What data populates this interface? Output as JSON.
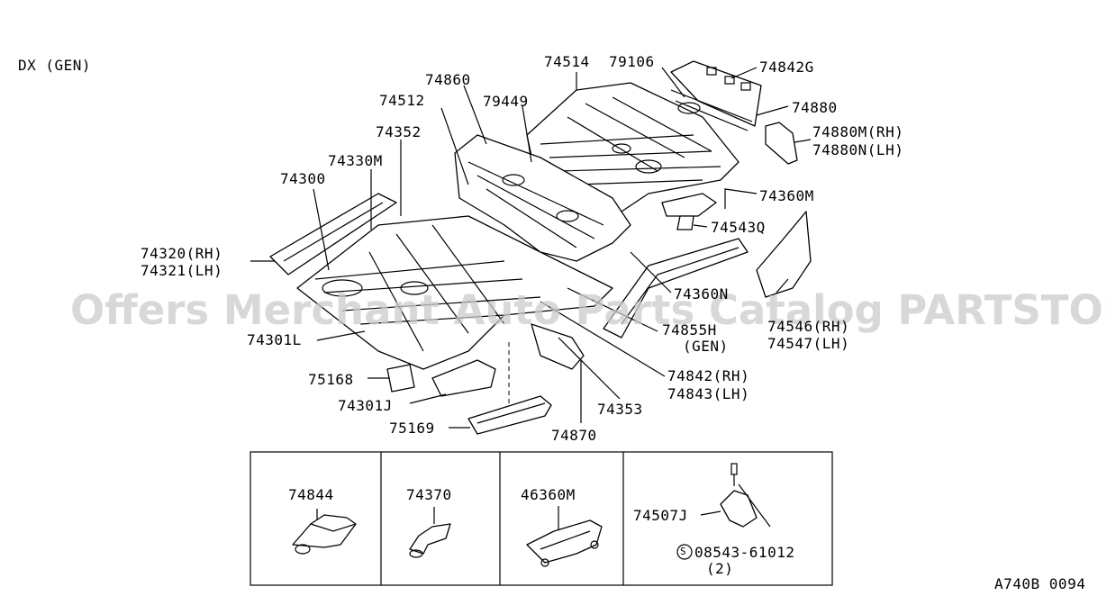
{
  "header": {
    "variant": "DX (GEN)"
  },
  "watermark": "Offers Merchant Auto Parts Catalog PARTSTORE.SA",
  "footer": {
    "code": "A740B 0094"
  },
  "parts": {
    "p74514": "74514",
    "p79106": "79106",
    "p74842G": "74842G",
    "p74880": "74880",
    "p74880M": "74880M(RH)",
    "p74880N": "74880N(LH)",
    "p74860": "74860",
    "p74512": "74512",
    "p79449": "79449",
    "p74352": "74352",
    "p74330M": "74330M",
    "p74300": "74300",
    "p74360M": "74360M",
    "p74543Q": "74543Q",
    "p74320": "74320(RH)",
    "p74321": "74321(LH)",
    "p74360N": "74360N",
    "p74546": "74546(RH)",
    "p74547": "74547(LH)",
    "p74855H": "74855H",
    "p74855H_gen": "(GEN)",
    "p74301L": "74301L",
    "p74842": "74842(RH)",
    "p74843": "74843(LH)",
    "p75168": "75168",
    "p74301J": "74301J",
    "p74353": "74353",
    "p75169": "75169",
    "p74870": "74870"
  },
  "inset": {
    "box1": {
      "label": "74844"
    },
    "box2": {
      "label": "74370"
    },
    "box3": {
      "label": "46360M"
    },
    "box4": {
      "label": "74507J",
      "screw": "08543-61012",
      "screw_symbol": "S",
      "qty": "(2)"
    }
  }
}
